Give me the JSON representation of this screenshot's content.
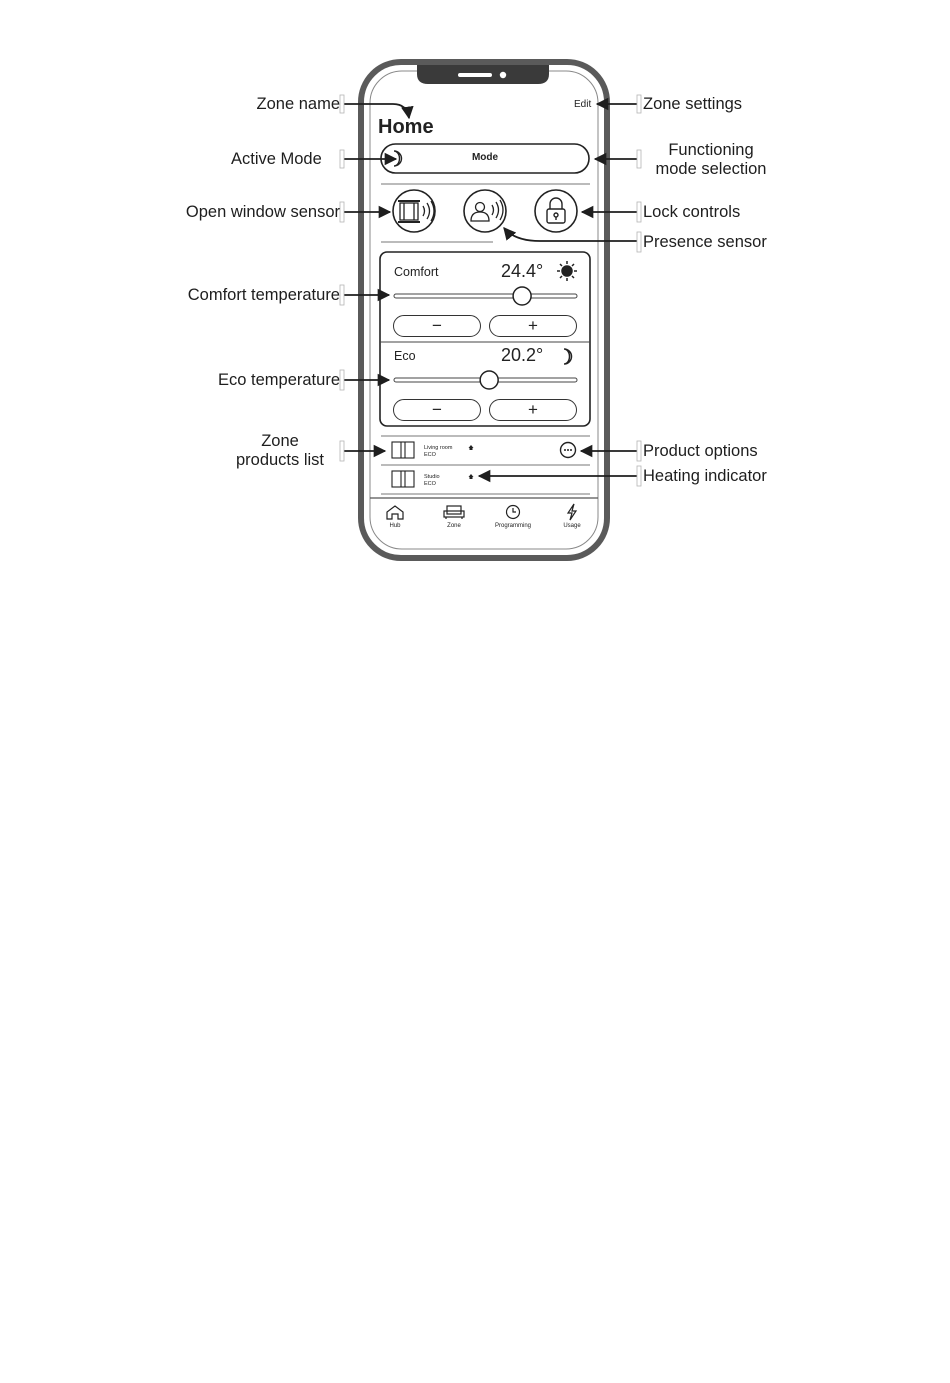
{
  "phone": {
    "zone_name": "Home",
    "edit_label": "Edit",
    "mode_button_label": "Mode",
    "comfort": {
      "label": "Comfort",
      "temperature": "24.4°",
      "slider_level": 0.7,
      "minus": "−",
      "plus": "+"
    },
    "eco": {
      "label": "Eco",
      "temperature": "20.2°",
      "slider_level": 0.52,
      "minus": "−",
      "plus": "+"
    },
    "products": [
      {
        "name": "Living room",
        "mode": "ECO"
      },
      {
        "name": "Studio",
        "mode": "ECO"
      }
    ],
    "nav": [
      {
        "label": "Hub",
        "icon": "house-icon"
      },
      {
        "label": "Zone",
        "icon": "sofa-icon"
      },
      {
        "label": "Programming",
        "icon": "clock-icon"
      },
      {
        "label": "Usage",
        "icon": "lightning-icon"
      }
    ]
  },
  "callouts": {
    "zone_name": "Zone name",
    "zone_settings": "Zone settings",
    "active_mode": "Active Mode",
    "functioning_mode_line1": "Functioning",
    "functioning_mode_line2": "mode selection",
    "open_window_sensor": "Open window sensor",
    "lock_controls": "Lock controls",
    "presence_sensor": "Presence sensor",
    "comfort_temperature": "Comfort temperature",
    "eco_temperature": "Eco temperature",
    "zone_products_line1": "Zone",
    "zone_products_line2": "products list",
    "product_options": "Product options",
    "heating_indicator": "Heating indicator"
  },
  "colors": {
    "phone_frame": "#5a5a5a",
    "line": "#222222"
  }
}
